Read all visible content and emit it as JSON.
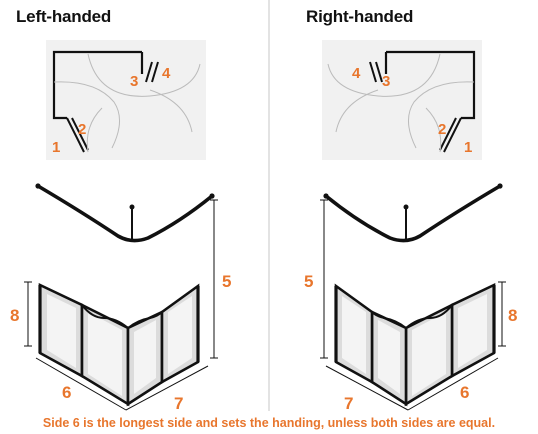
{
  "panels": {
    "left": {
      "title": "Left-handed",
      "plan_labels": {
        "one": "1",
        "two": "2",
        "three": "3",
        "four": "4"
      },
      "dimension_labels": {
        "height": "5",
        "panel_height": "8",
        "long_side": "6",
        "short_side": "7"
      }
    },
    "right": {
      "title": "Right-handed",
      "plan_labels": {
        "one": "1",
        "two": "2",
        "three": "3",
        "four": "4"
      },
      "dimension_labels": {
        "height": "5",
        "panel_height": "8",
        "long_side": "6",
        "short_side": "7"
      }
    }
  },
  "footnote": "Side 6 is the longest side and sets the handing, unless both sides are equal.",
  "colors": {
    "label": "#e8762d",
    "frame": "#111111",
    "plan_background": "#f1f1f1",
    "glass": "#dcdcdc",
    "divider": "#e3e3e3"
  }
}
